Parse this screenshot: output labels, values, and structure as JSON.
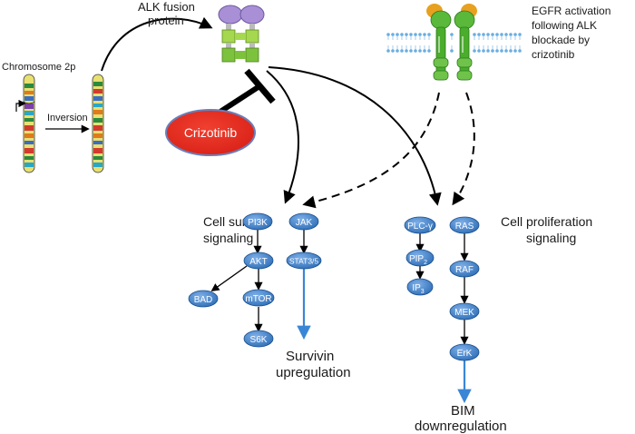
{
  "labels": {
    "alk_fusion_line1": "ALK fusion",
    "alk_fusion_line2": "protein",
    "egfr_line1": "EGFR activation",
    "egfr_line2": "following ALK",
    "egfr_line3": "blockade by",
    "egfr_line4": "crizotinib",
    "chromosome": "Chromosome 2p",
    "inversion": "Inversion",
    "drug": "Crizotinib",
    "survival_line1": "Cell survival",
    "survival_line2": "signaling",
    "prolif_line1": "Cell proliferation",
    "prolif_line2": "signaling",
    "survivin_line1": "Survivin",
    "survivin_line2": "upregulation",
    "bim_line1": "BIM",
    "bim_line2": "downregulation"
  },
  "nodes": {
    "pi3k": "PI3K",
    "akt": "AKT",
    "bad": "BAD",
    "mtor": "mTOR",
    "s6k": "S6K",
    "jak": "JAK",
    "stat": "STAT3/5",
    "plc": "PLC-γ",
    "pip_base": "PIP",
    "pip_sub": "2",
    "ip_base": "IP",
    "ip_sub": "3",
    "ras": "RAS",
    "raf": "RAF",
    "mek": "MEK",
    "erk": "ErK"
  },
  "colors": {
    "node_fill": "#3f80c8",
    "node_edge": "#1b4f8c",
    "output_arrow": "#3a86d6",
    "drug_fill": "#e5231b",
    "drug_edge": "#6a7fb8",
    "receptor_top": "#a98fd6",
    "receptor_body": "#8ccd3c",
    "egfr_ligand": "#e8a020",
    "egfr_body": "#3fae2a",
    "membrane": "#6aaee0"
  }
}
